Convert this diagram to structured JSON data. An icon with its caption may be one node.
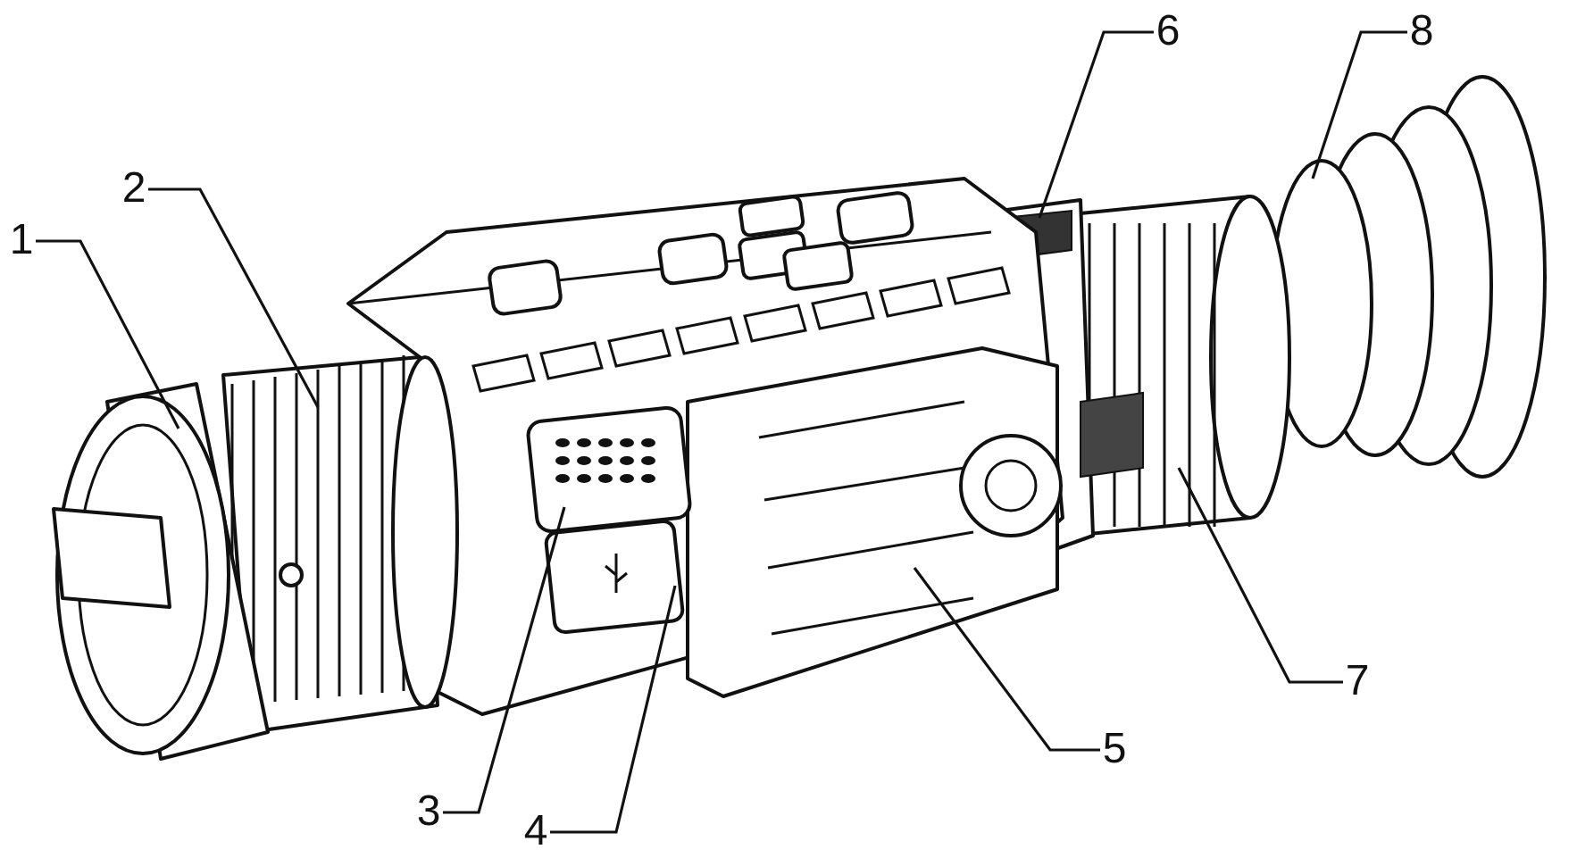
{
  "diagram": {
    "nodes": [
      {
        "text": [
          "1"
        ]
      },
      {
        "text": [
          "2"
        ]
      },
      {
        "text": [
          "3"
        ]
      },
      {
        "text": [
          "4"
        ]
      },
      {
        "text": [
          "5"
        ]
      },
      {
        "text": [
          "6"
        ]
      },
      {
        "text": [
          "7"
        ]
      },
      {
        "text": [
          "8"
        ]
      }
    ],
    "edges": [
      {
        "from": 0,
        "to": null,
        "arrow": "none"
      },
      {
        "from": 1,
        "to": null,
        "arrow": "none"
      },
      {
        "from": 2,
        "to": null,
        "arrow": "none"
      },
      {
        "from": 3,
        "to": null,
        "arrow": "none"
      },
      {
        "from": 4,
        "to": null,
        "arrow": "none"
      },
      {
        "from": 5,
        "to": null,
        "arrow": "none"
      },
      {
        "from": 6,
        "to": null,
        "arrow": "none"
      },
      {
        "from": 7,
        "to": null,
        "arrow": "none"
      }
    ]
  }
}
